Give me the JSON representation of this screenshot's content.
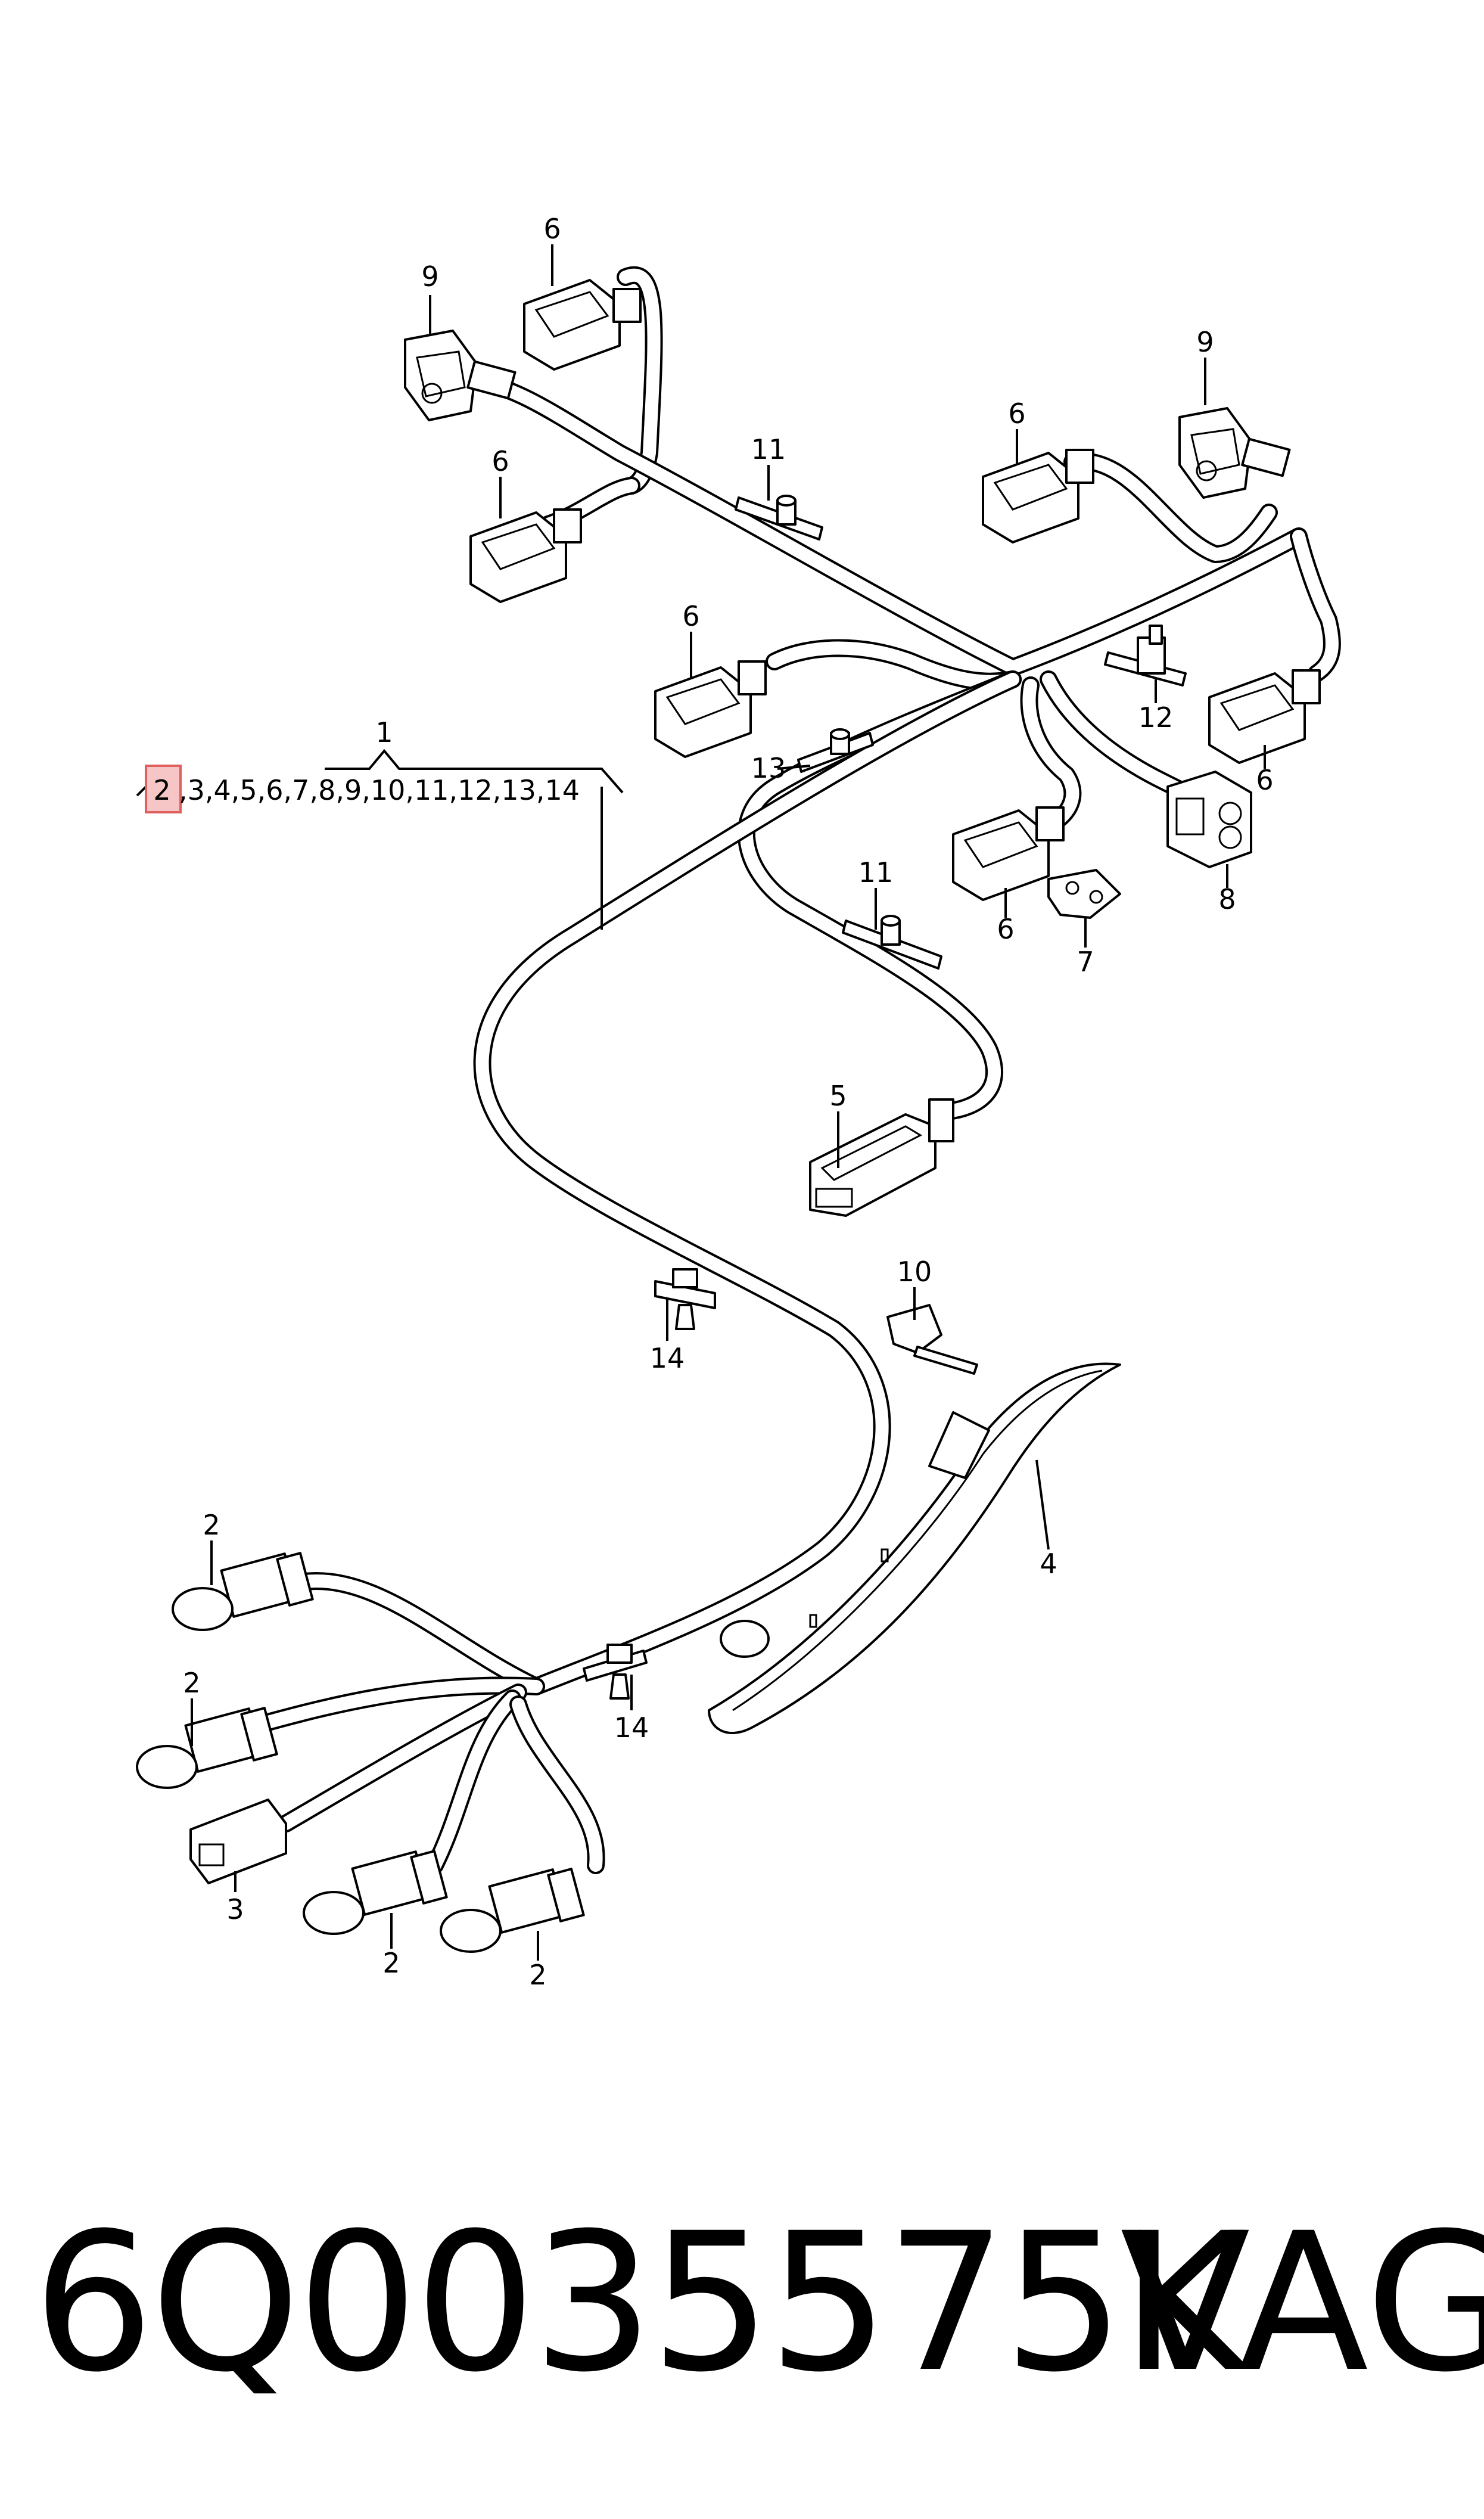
{
  "callouts": {
    "c1": "1",
    "c2a": "2",
    "c2b": "2",
    "c2c": "2",
    "c2d": "2",
    "c3": "3",
    "c4": "4",
    "c5": "5",
    "c6a": "6",
    "c6b": "6",
    "c6c": "6",
    "c6d": "6",
    "c6e": "6",
    "c6f": "6",
    "c7": "7",
    "c8": "8",
    "c9a": "9",
    "c9b": "9",
    "c10": "10",
    "c11a": "11",
    "c11b": "11",
    "c12": "12",
    "c13": "13",
    "c14a": "14",
    "c14b": "14"
  },
  "assembly": {
    "highlight": "2",
    "list_rest": ",3,4,5,6,7,8,9,10,11,12,13,14"
  },
  "footer": {
    "part_number": "6Q0035575K",
    "brand": "VAG"
  },
  "colors": {
    "highlight_fill": "#f6c6c6",
    "highlight_stroke": "#e06060"
  }
}
